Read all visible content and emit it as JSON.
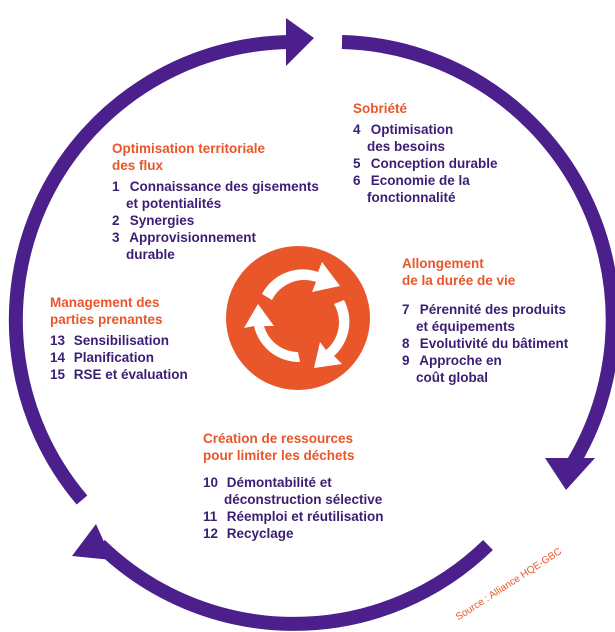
{
  "colors": {
    "circle": "#4b1f8c",
    "accent": "#e8562a",
    "text": "#3b1e73",
    "background": "#ffffff"
  },
  "center_icon": "recycling-arrows-icon",
  "sections": {
    "flux": {
      "heading_l1": "Optimisation territoriale",
      "heading_l2": "des flux",
      "items": [
        {
          "num": "1",
          "l1": "Connaissance des gisements",
          "l2": "et potentialités"
        },
        {
          "num": "2",
          "l1": "Synergies",
          "l2": ""
        },
        {
          "num": "3",
          "l1": "Approvisionnement",
          "l2": "durable"
        }
      ]
    },
    "sobriete": {
      "heading_l1": "Sobriété",
      "heading_l2": "",
      "items": [
        {
          "num": "4",
          "l1": "Optimisation",
          "l2": "des besoins"
        },
        {
          "num": "5",
          "l1": "Conception durable",
          "l2": ""
        },
        {
          "num": "6",
          "l1": "Economie de la",
          "l2": "fonctionnalité"
        }
      ]
    },
    "allongement": {
      "heading_l1": "Allongement",
      "heading_l2": "de la durée de vie",
      "items": [
        {
          "num": "7",
          "l1": "Pérennité des produits",
          "l2": "et équipements"
        },
        {
          "num": "8",
          "l1": "Evolutivité du bâtiment",
          "l2": ""
        },
        {
          "num": "9",
          "l1": "Approche en",
          "l2": "coût global"
        }
      ]
    },
    "creation": {
      "heading_l1": "Création de ressources",
      "heading_l2": "pour limiter les déchets",
      "items": [
        {
          "num": "10",
          "l1": "Démontabilité  et",
          "l2": "déconstruction sélective"
        },
        {
          "num": "11",
          "l1": "Réemploi et réutilisation",
          "l2": ""
        },
        {
          "num": "12",
          "l1": "Recyclage",
          "l2": ""
        }
      ]
    },
    "management": {
      "heading_l1": "Management des",
      "heading_l2": "parties prenantes",
      "items": [
        {
          "num": "13",
          "l1": "Sensibilisation",
          "l2": ""
        },
        {
          "num": "14",
          "l1": "Planification",
          "l2": ""
        },
        {
          "num": "15",
          "l1": "RSE et évaluation",
          "l2": ""
        }
      ]
    }
  },
  "source": "Source : Alliance HQE-GBC"
}
